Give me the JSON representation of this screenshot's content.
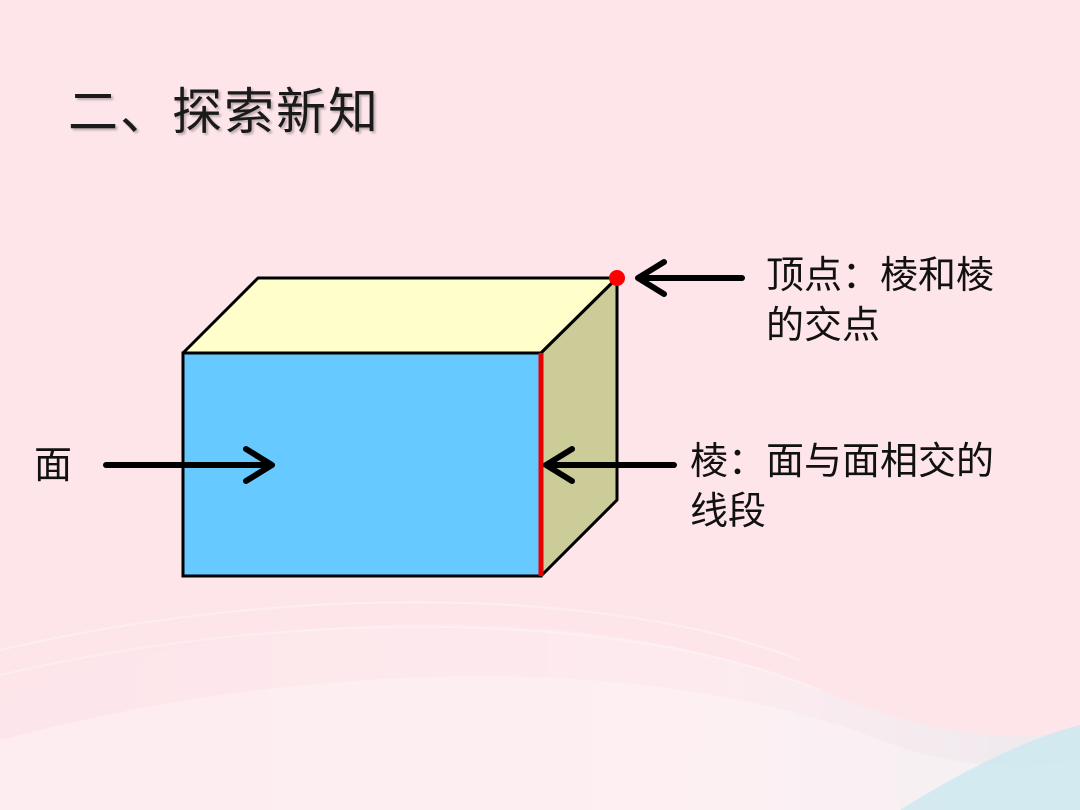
{
  "slide": {
    "title": "二、探索新知",
    "labels": {
      "face": "面",
      "vertex_line1": "顶点：棱和棱",
      "vertex_line2": "的交点",
      "edge_line1": "棱：面与面相交的",
      "edge_line2": "线段"
    }
  },
  "colors": {
    "background": "#fde5ea",
    "front_face": "#66c9ff",
    "top_face": "#ffffcc",
    "side_face": "#cccc99",
    "highlight_edge": "#e60000",
    "vertex_dot": "#ff0000",
    "arrow": "#000000"
  },
  "icons": {
    "face_pointer": "arrow-right-icon",
    "vertex_pointer": "arrow-left-icon",
    "edge_pointer": "arrow-left-icon"
  }
}
